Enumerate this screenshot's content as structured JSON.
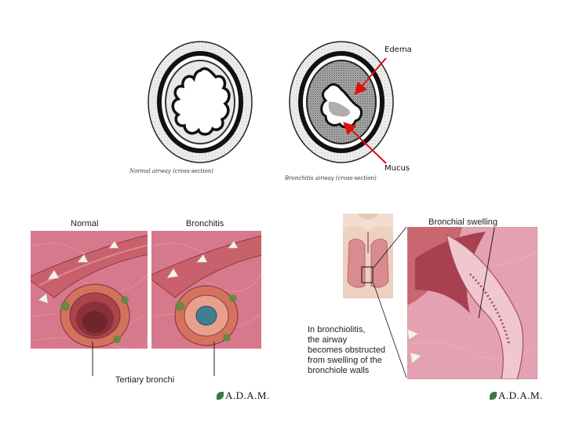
{
  "top_left": {
    "caption": "Normal airway (cross-section)"
  },
  "top_right": {
    "caption": "Bronchitis airway (cross-section)",
    "label_edema": "Edema",
    "label_mucus": "Mucus"
  },
  "bottom_left": {
    "label_normal": "Normal",
    "label_bronchitis": "Bronchitis",
    "label_tertiary": "Tertiary bronchi",
    "logo": "A.D.A.M."
  },
  "bottom_right": {
    "label_swelling": "Bronchial swelling",
    "description_lines": [
      "In bronchiolitis,",
      "the airway",
      "becomes obstructed",
      "from swelling of the",
      "bronchiole walls"
    ],
    "logo": "A.D.A.M."
  },
  "colors": {
    "arrow": "#e01010",
    "tissue": "#d96a7a",
    "background_tissue": "#d7798c"
  }
}
